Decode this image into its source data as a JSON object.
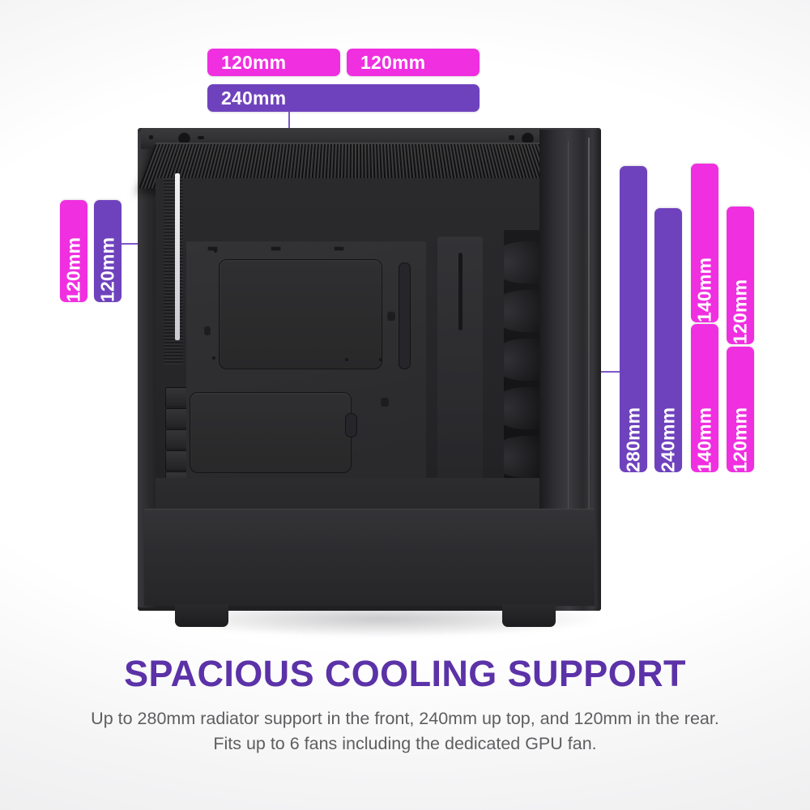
{
  "labels": {
    "top": [
      {
        "text": "120mm",
        "color_name": "pink"
      },
      {
        "text": "120mm",
        "color_name": "pink"
      },
      {
        "text": "240mm",
        "color_name": "purple"
      }
    ],
    "left": [
      {
        "text": "120mm",
        "color_name": "pink"
      },
      {
        "text": "120mm",
        "color_name": "purple"
      }
    ],
    "right": [
      {
        "text": "280mm",
        "color_name": "purple"
      },
      {
        "text": "240mm",
        "color_name": "purple"
      },
      {
        "text": "140mm",
        "color_name": "pink"
      },
      {
        "text": "140mm",
        "color_name": "pink"
      },
      {
        "text": "120mm",
        "color_name": "pink"
      },
      {
        "text": "120mm",
        "color_name": "pink"
      }
    ]
  },
  "caption": {
    "title": "SPACIOUS COOLING SUPPORT",
    "line1": "Up to 280mm radiator support in the front, 240mm up top, and",
    "line2": "120mm in the rear. Fits up to 6 fans including the dedicated GPU fan."
  },
  "colors": {
    "pink": "#f02fe0",
    "purple": "#6f42bd",
    "leader": "#7d57c9",
    "title": "#5b32a8",
    "body_text": "#5e5e61",
    "background": "#ffffff",
    "case_body": "#2a2a2c"
  },
  "product": {
    "name": "mid-tower-pc-case",
    "view": "front-interior-cutaway"
  }
}
